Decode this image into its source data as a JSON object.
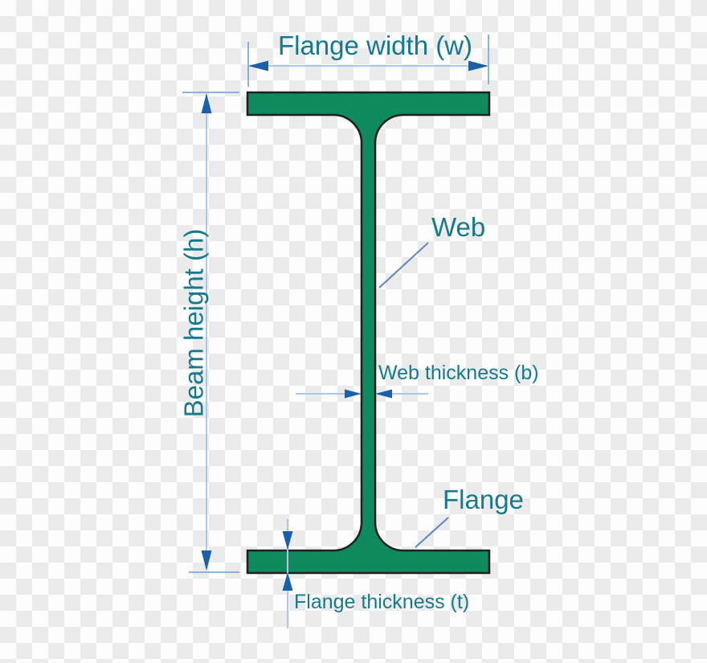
{
  "diagram": {
    "title": "I-beam cross-section dimension diagram",
    "labels": {
      "flange_width": "Flange width (w)",
      "beam_height": "Beam height (h)",
      "web": "Web",
      "web_thickness": "Web thickness (b)",
      "flange": "Flange",
      "flange_thickness": "Flange thickness (t)"
    },
    "colors": {
      "beam_fill": "#0e8a5e",
      "beam_outline": "#1f1f1f",
      "label_text": "#17798c",
      "arrowhead": "#1b5fa9",
      "dimension_line": "#aac8e8",
      "extension_line": "#8ab2dd",
      "leader_line": "#5d87c0",
      "checker_light": "#fdfdfd",
      "checker_dark": "#ebebeb"
    }
  }
}
